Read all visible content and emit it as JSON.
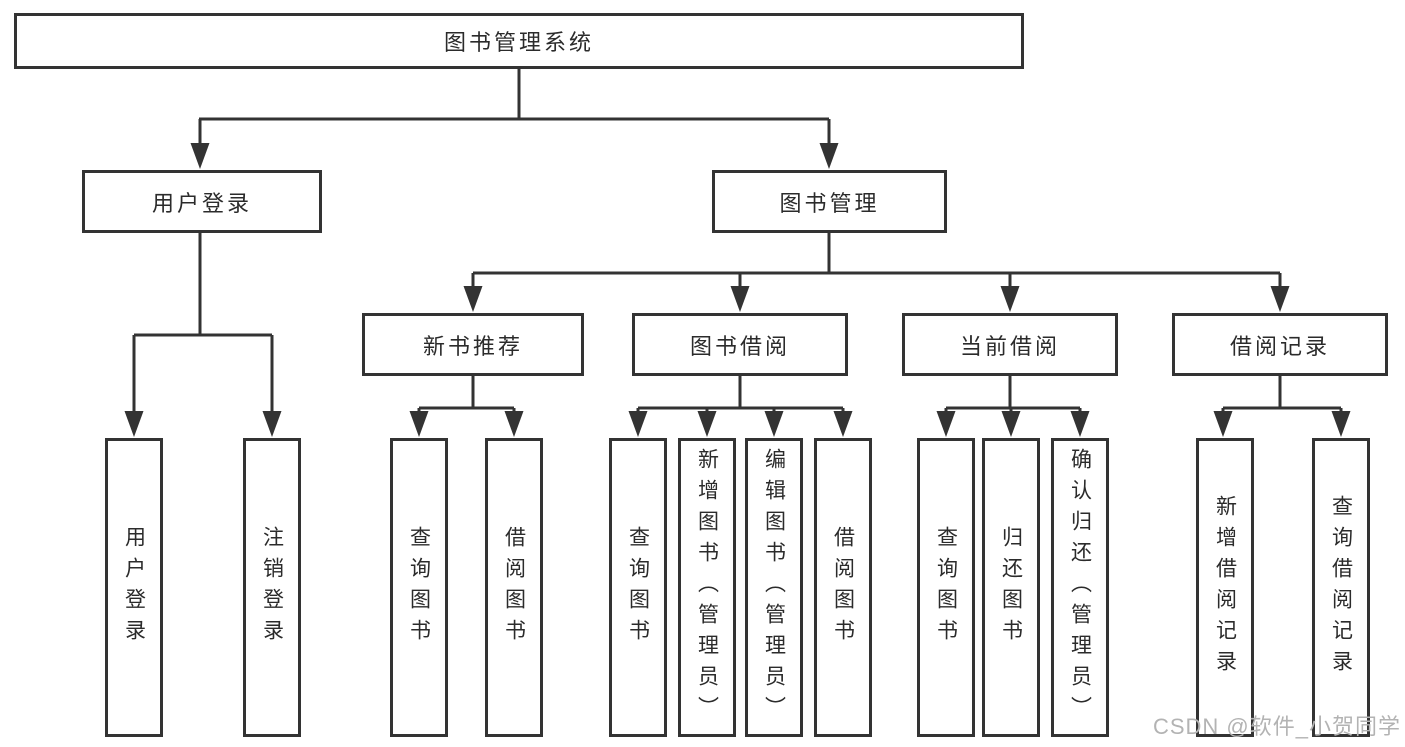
{
  "diagram_title": "图书管理系统",
  "colors": {
    "line": "#333333",
    "text": "#2b2b2b",
    "box_background": "#ffffff",
    "watermark": "#b3b3b3"
  },
  "nodes": {
    "root": {
      "label": "图书管理系统"
    },
    "level2": [
      {
        "label": "用户登录"
      },
      {
        "label": "图书管理"
      }
    ],
    "level3": [
      {
        "label": "新书推荐",
        "parent": "图书管理"
      },
      {
        "label": "图书借阅",
        "parent": "图书管理"
      },
      {
        "label": "当前借阅",
        "parent": "图书管理"
      },
      {
        "label": "借阅记录",
        "parent": "图书管理"
      }
    ],
    "leaves": [
      {
        "label": "用户登录",
        "parent": "用户登录"
      },
      {
        "label": "注销登录",
        "parent": "用户登录"
      },
      {
        "label": "查询图书",
        "parent": "新书推荐"
      },
      {
        "label": "借阅图书",
        "parent": "新书推荐"
      },
      {
        "label": "查询图书",
        "parent": "图书借阅"
      },
      {
        "label": "新增图书（管理员）",
        "parent": "图书借阅"
      },
      {
        "label": "编辑图书（管理员）",
        "parent": "图书借阅"
      },
      {
        "label": "借阅图书",
        "parent": "图书借阅"
      },
      {
        "label": "查询图书",
        "parent": "当前借阅"
      },
      {
        "label": "归还图书",
        "parent": "当前借阅"
      },
      {
        "label": "确认归还（管理员）",
        "parent": "当前借阅"
      },
      {
        "label": "新增借阅记录",
        "parent": "借阅记录"
      },
      {
        "label": "查询借阅记录",
        "parent": "借阅记录"
      }
    ]
  },
  "watermark": {
    "text": "CSDN @软件_小贺同学"
  }
}
